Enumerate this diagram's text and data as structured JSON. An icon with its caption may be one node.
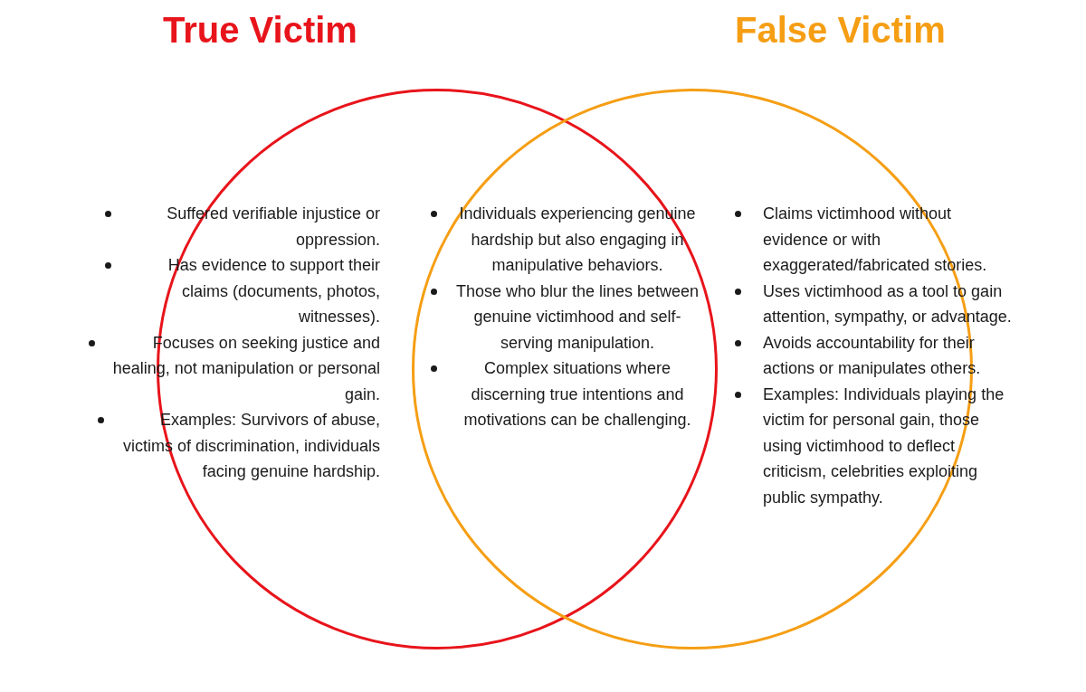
{
  "diagram": {
    "nodes": [
      {
        "text": [
          "True Victim",
          "Suffered verifiable injustice or oppression.",
          "Has evidence to support their claims (documents, photos, witnesses).",
          "Focuses on seeking justice and healing, not manipulation or personal gain.",
          "Examples: Survivors of abuse, victims of discrimination, individuals facing genuine hardship."
        ]
      },
      {
        "text": [
          "False Victim",
          "Claims victimhood without evidence or with exaggerated/fabricated stories.",
          "Uses victimhood as a tool to gain attention, sympathy, or advantage.",
          "Avoids accountability for their actions or manipulates others.",
          "Examples: Individuals playing the victim for personal gain, those using victimhood to deflect criticism, celebrities exploiting public sympathy."
        ]
      },
      {
        "text": [
          "Individuals experiencing genuine hardship but also engaging in manipulative behaviors.",
          "Those who blur the lines between genuine victimhood and self-serving manipulation.",
          "Complex situations where discerning true intentions and motivations can be challenging."
        ]
      }
    ]
  }
}
